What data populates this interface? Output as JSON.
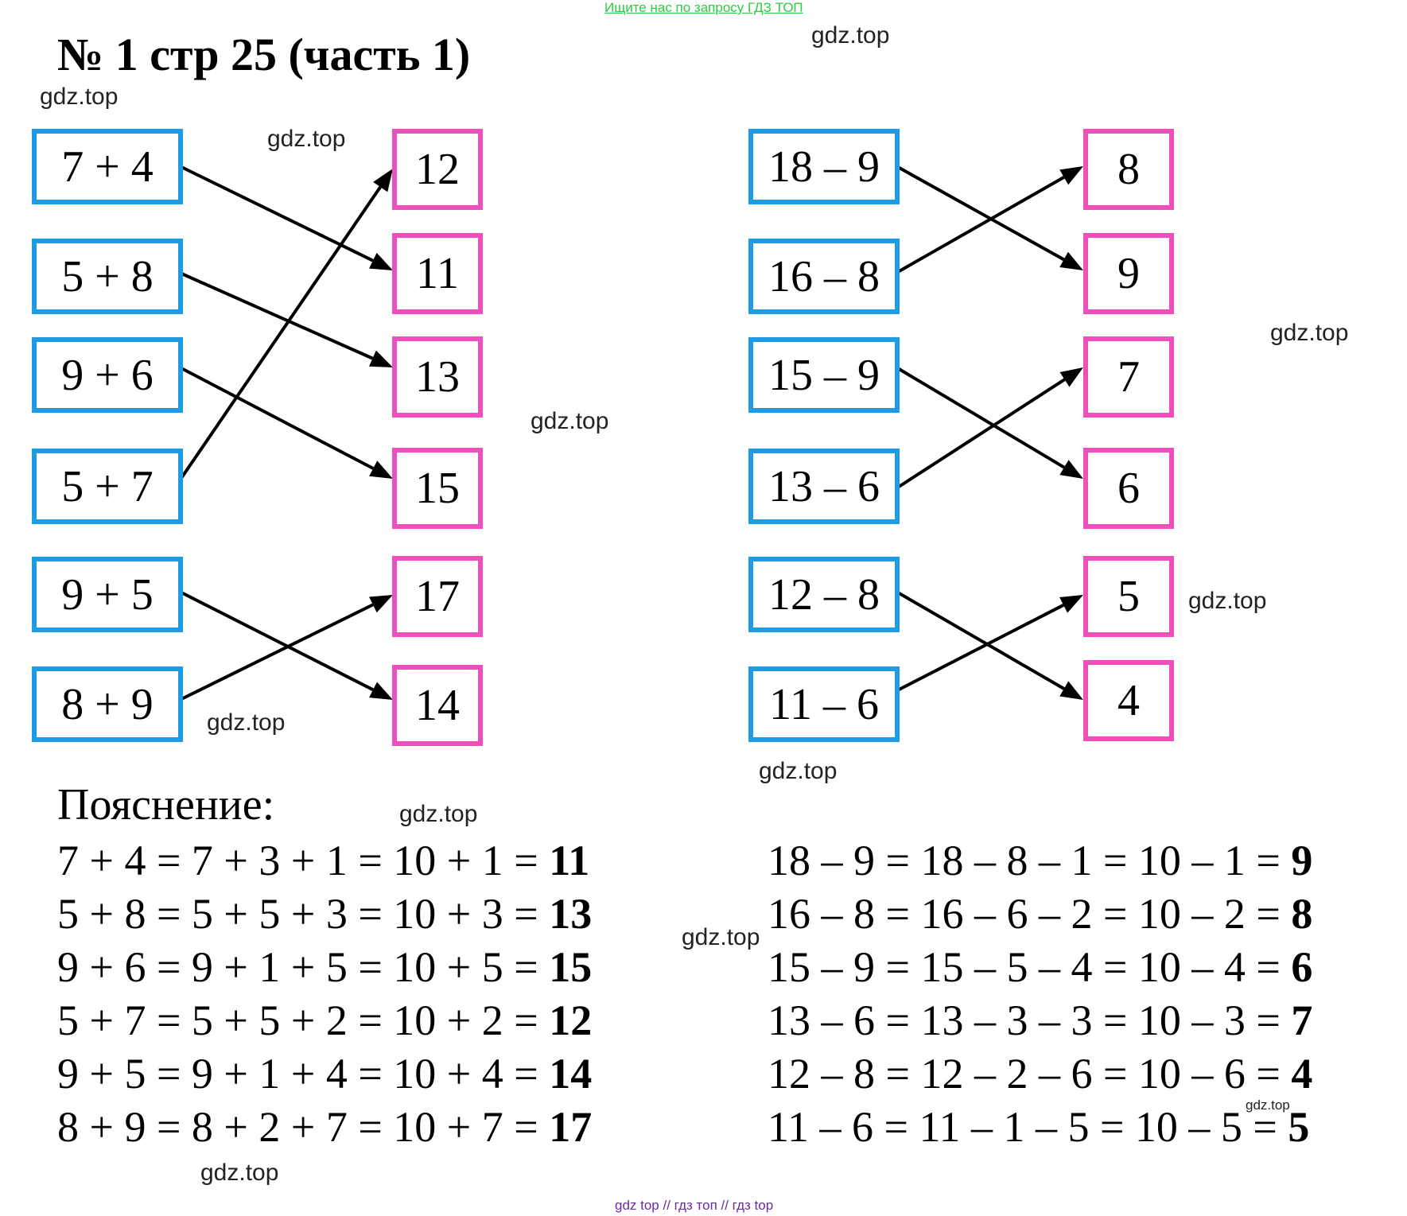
{
  "banner": "Ищите нас по запросу ГДЗ ТОП",
  "title": "№ 1 стр 25 (часть 1)",
  "watermark": "gdz.top",
  "left_group": {
    "expressions": [
      "7 + 4",
      "5 + 8",
      "9 + 6",
      "5 + 7",
      "9 + 5",
      "8 + 9"
    ],
    "answers": [
      "12",
      "11",
      "13",
      "15",
      "17",
      "14"
    ]
  },
  "right_group": {
    "expressions": [
      "18 – 9",
      "16 – 8",
      "15 – 9",
      "13 – 6",
      "12 – 8",
      "11 – 6"
    ],
    "answers": [
      "8",
      "9",
      "7",
      "6",
      "5",
      "4"
    ]
  },
  "explanation": {
    "heading": "Пояснение:",
    "left": [
      {
        "steps": "7 + 4 = 7 + 3 + 1 = 10 + 1 = ",
        "result": "11"
      },
      {
        "steps": "5 + 8 = 5 + 5 + 3 = 10 + 3 = ",
        "result": "13"
      },
      {
        "steps": "9 + 6 = 9 + 1 + 5 = 10 + 5 = ",
        "result": "15"
      },
      {
        "steps": "5 + 7 = 5 + 5 + 2 = 10 + 2 = ",
        "result": "12"
      },
      {
        "steps": "9 + 5 = 9 + 1 + 4 = 10 + 4 = ",
        "result": "14"
      },
      {
        "steps": "8 + 9 = 8 + 2 + 7 = 10 + 7 = ",
        "result": "17"
      }
    ],
    "right": [
      {
        "steps": "18 – 9 = 18 – 8 – 1 = 10 – 1 = ",
        "result": "9"
      },
      {
        "steps": "16 – 8 = 16 – 6 – 2 = 10 – 2 = ",
        "result": "8"
      },
      {
        "steps": "15 – 9 = 15 – 5 – 4 = 10 – 4 = ",
        "result": "6"
      },
      {
        "steps": "13 – 6 = 13 – 3 – 3 = 10 – 3 = ",
        "result": "7"
      },
      {
        "steps": "12 – 8 = 12 – 2 – 6 = 10 – 6 = ",
        "result": "4"
      },
      {
        "steps": "11 – 6 = 11 – 1 – 5 = 10 – 5 = ",
        "result": "5"
      }
    ]
  },
  "footer": "gdz top  //  гдз топ  //  гдз top",
  "colors": {
    "expression_border": "#1e9be5",
    "answer_border": "#ee4fbd",
    "banner": "#2ecc40",
    "footer": "#6b2d9b"
  }
}
